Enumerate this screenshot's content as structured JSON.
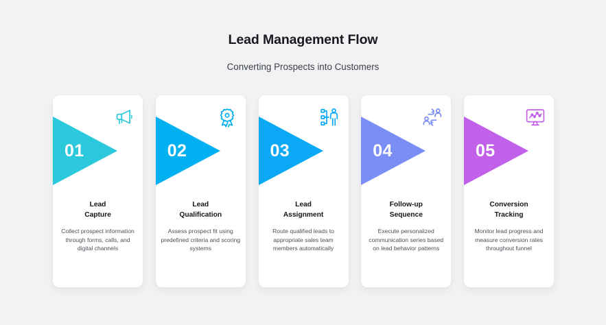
{
  "header": {
    "title": "Lead Management Flow",
    "subtitle": "Converting Prospects into Customers"
  },
  "theme": {
    "background": "#f1f2f4",
    "card_background": "#ffffff",
    "title_color": "#18181d",
    "subtitle_color": "#3b3f45",
    "card_title_color": "#16161a",
    "card_desc_color": "#4a4f57",
    "number_color": "#ffffff"
  },
  "steps": [
    {
      "number": "01",
      "title_line1": "Lead",
      "title_line2": "Capture",
      "description": "Collect prospect information through forms, calls, and digital channels",
      "color": "#2cc8dc",
      "icon": "megaphone-icon"
    },
    {
      "number": "02",
      "title_line1": "Lead",
      "title_line2": "Qualification",
      "description": "Assess prospect fit using predefined criteria and scoring systems",
      "color": "#00b0f0",
      "icon": "award-ribbon-icon"
    },
    {
      "number": "03",
      "title_line1": "Lead",
      "title_line2": "Assignment",
      "description": "Route qualified leads to appropriate sales team members automatically",
      "color": "#0aa8f5",
      "icon": "org-chart-person-icon"
    },
    {
      "number": "04",
      "title_line1": "Follow-up",
      "title_line2": "Sequence",
      "description": "Execute personalized communication series based on lead behavior patterns",
      "color": "#7b8ef5",
      "icon": "people-exchange-icon"
    },
    {
      "number": "05",
      "title_line1": "Conversion",
      "title_line2": "Tracking",
      "description": "Monitor lead progress and measure conversion rates throughout funnel",
      "color": "#c160e8",
      "icon": "monitor-analytics-icon"
    }
  ]
}
